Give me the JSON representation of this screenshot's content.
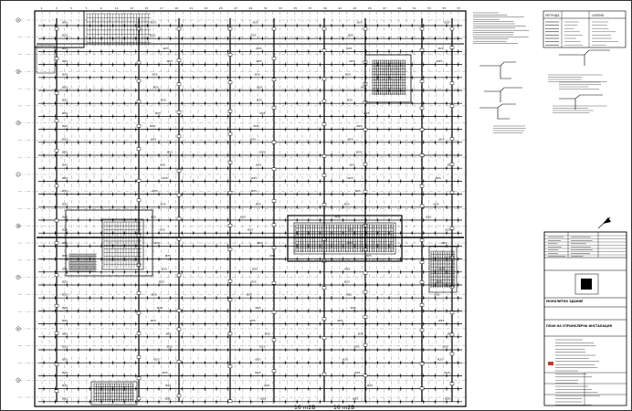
{
  "drawing": {
    "columns": [
      "1",
      "2",
      "3",
      "4",
      "5",
      "6",
      "7",
      "8",
      "9",
      "10",
      "11",
      "12",
      "13",
      "14",
      "15",
      "16",
      "17",
      "18",
      "19",
      "20",
      "21",
      "22",
      "23",
      "24",
      "25",
      "26",
      "27",
      "28",
      "29",
      "30",
      "31",
      "32",
      "33",
      "34",
      "35",
      "36",
      "37",
      "38",
      "39",
      "40",
      "41",
      "42",
      "43",
      "44",
      "45",
      "46",
      "47",
      "48",
      "49",
      "50",
      "51",
      "52",
      "53",
      "54",
      "55",
      "56",
      "57"
    ],
    "rows": [
      "A",
      "B",
      "C",
      "D",
      "E",
      "F",
      "G",
      "H",
      "I",
      "J",
      "K",
      "L",
      "M",
      "N",
      "O",
      "P",
      "Q",
      "R",
      "S",
      "T",
      "U",
      "V",
      "W"
    ],
    "bottom_labels": [
      "16 m2B",
      "16 m2B"
    ]
  },
  "legend": {
    "table_title": "ЛЕГЕНДА",
    "table_title_right": "LEGEND"
  },
  "title_block": {
    "project": "МОНОЛИТНО ЗДАНИЕ",
    "sheet_title": "ПЛАН НА СПРИНКЛЕРНА ИНСТАЛАЦИЯ"
  }
}
